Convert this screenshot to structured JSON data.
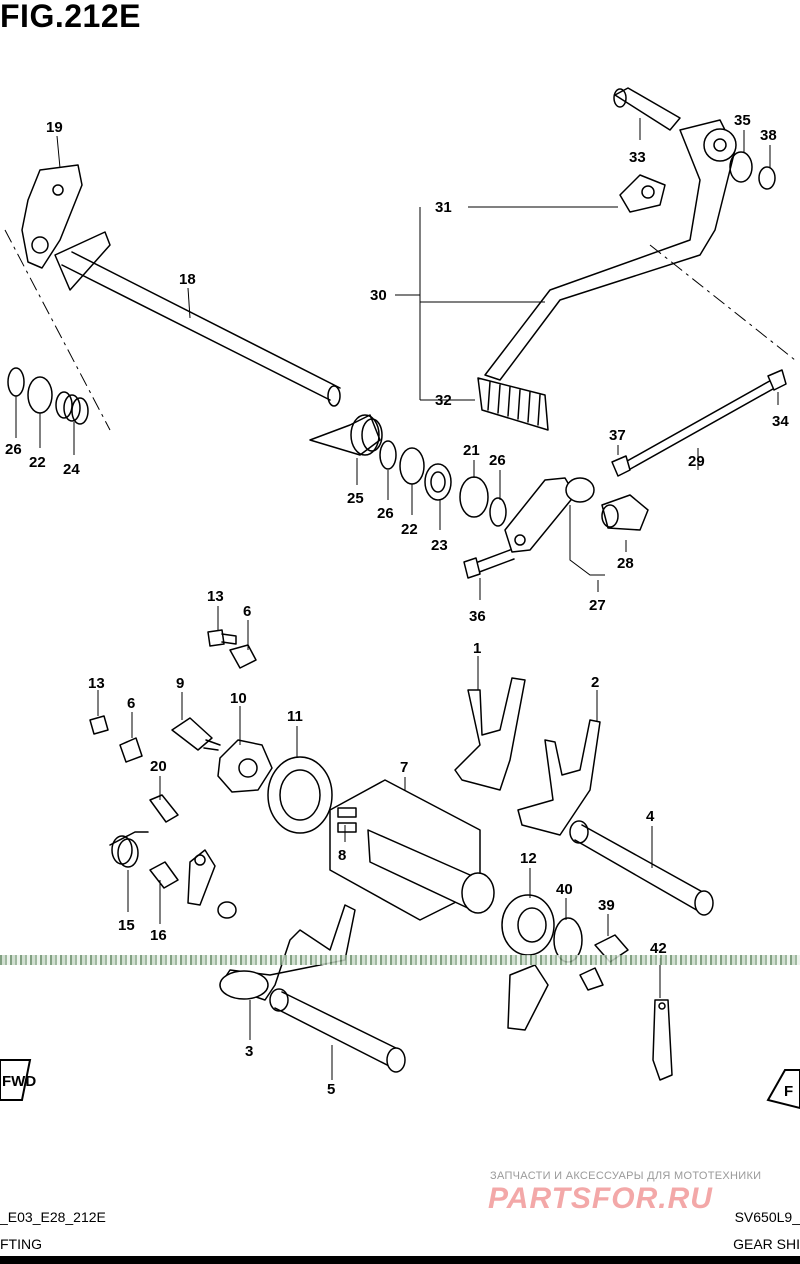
{
  "figure": {
    "title": "FIG.212E"
  },
  "callouts": {
    "c1": "1",
    "c2": "2",
    "c3": "3",
    "c4": "4",
    "c5": "5",
    "c6a": "6",
    "c6b": "6",
    "c7": "7",
    "c8": "8",
    "c9": "9",
    "c10": "10",
    "c11": "11",
    "c12": "12",
    "c13a": "13",
    "c13b": "13",
    "c15": "15",
    "c16": "16",
    "c18": "18",
    "c19": "19",
    "c20": "20",
    "c21": "21",
    "c22a": "22",
    "c22b": "22",
    "c23": "23",
    "c24": "24",
    "c25": "25",
    "c26a": "26",
    "c26b": "26",
    "c26c": "26",
    "c27": "27",
    "c28": "28",
    "c29": "29",
    "c30": "30",
    "c31": "31",
    "c32": "32",
    "c33": "33",
    "c34": "34",
    "c35": "35",
    "c36": "36",
    "c37": "37",
    "c38": "38",
    "c39": "39",
    "c40": "40",
    "c42": "42"
  },
  "direction_arrows": {
    "left": "FWD",
    "right": "F"
  },
  "footer": {
    "left_code": "_E03_E28_212E",
    "left_title": "FTING",
    "right_code": "SV650L9_",
    "right_title": "GEAR SHI"
  },
  "watermark": {
    "tagline": "ЗАПЧАСТИ И АКСЕССУАРЫ ДЛЯ МОТОТЕХНИКИ",
    "logo": "PARTSFOR.RU"
  }
}
